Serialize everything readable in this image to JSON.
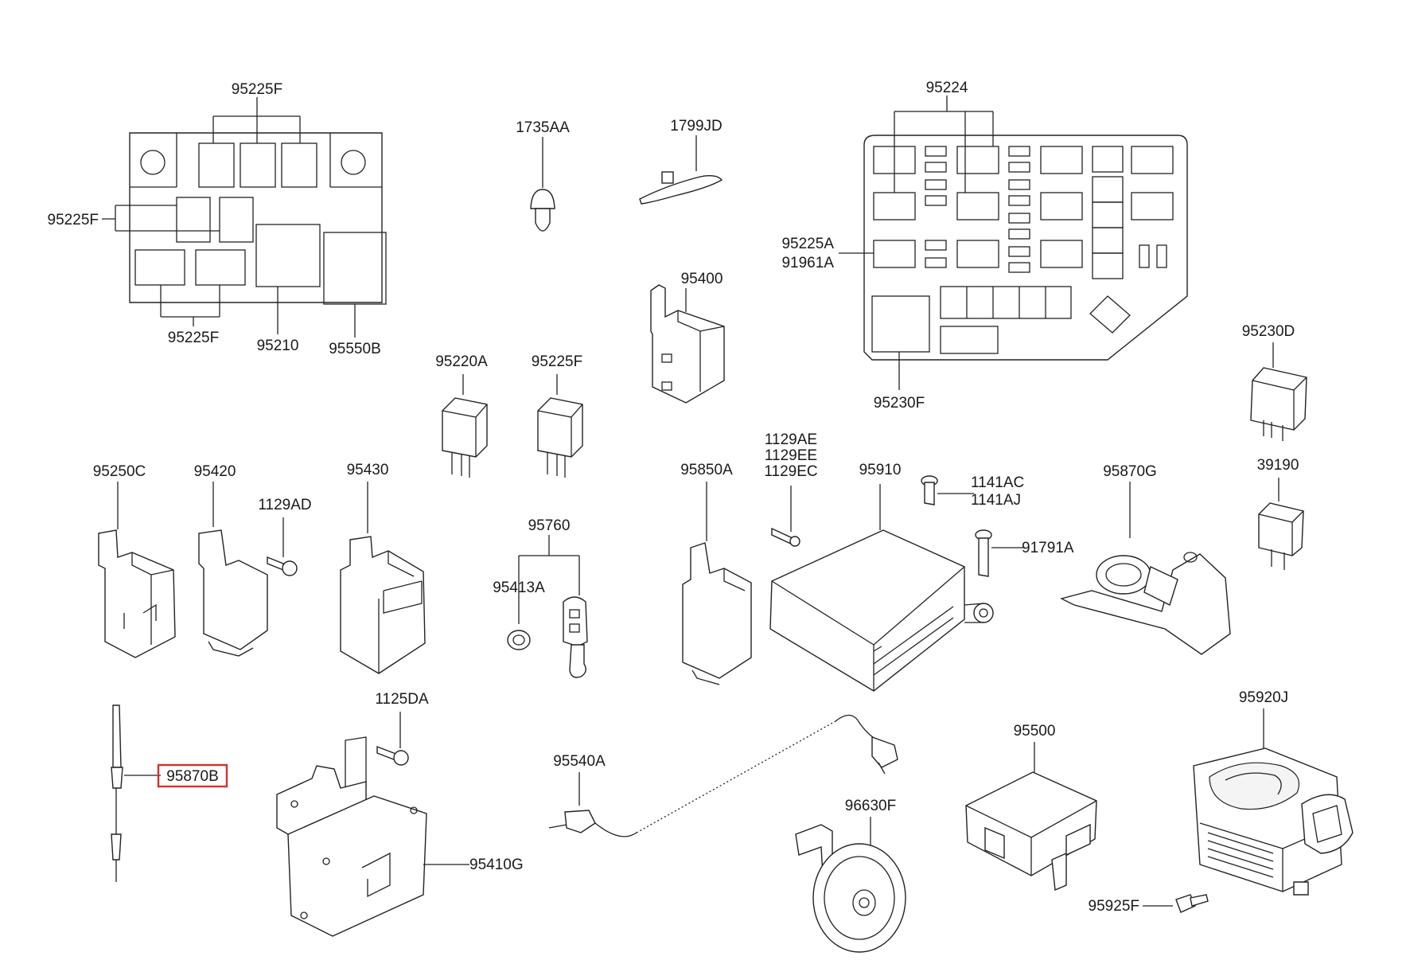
{
  "diagram": {
    "highlight_color": "#d32f2f",
    "labels": {
      "l95225F_top": "95225F",
      "l95225F_left": "95225F",
      "l95225F_bottom": "95225F",
      "l95210": "95210",
      "l95550B": "95550B",
      "l1735AA": "1735AA",
      "l1799JD": "1799JD",
      "l95400": "95400",
      "l95224": "95224",
      "l95225A": "95225A",
      "l91961A": "91961A",
      "l95230F": "95230F",
      "l95230D": "95230D",
      "l39190": "39190",
      "l95220A": "95220A",
      "l95225F_relay": "95225F",
      "l95250C": "95250C",
      "l95420": "95420",
      "l1129AD": "1129AD",
      "l95430": "95430",
      "l95760": "95760",
      "l95413A": "95413A",
      "l95850A": "95850A",
      "l1129AE": "1129AE",
      "l1129EE": "1129EE",
      "l1129EC": "1129EC",
      "l95910": "95910",
      "l1141AC": "1141AC",
      "l1141AJ": "1141AJ",
      "l91791A": "91791A",
      "l95870G": "95870G",
      "l95870B": "95870B",
      "l1125DA": "1125DA",
      "l95410G": "95410G",
      "l95540A": "95540A",
      "l96630F": "96630F",
      "l95500": "95500",
      "l95920J": "95920J",
      "l95925F": "95925F"
    }
  }
}
